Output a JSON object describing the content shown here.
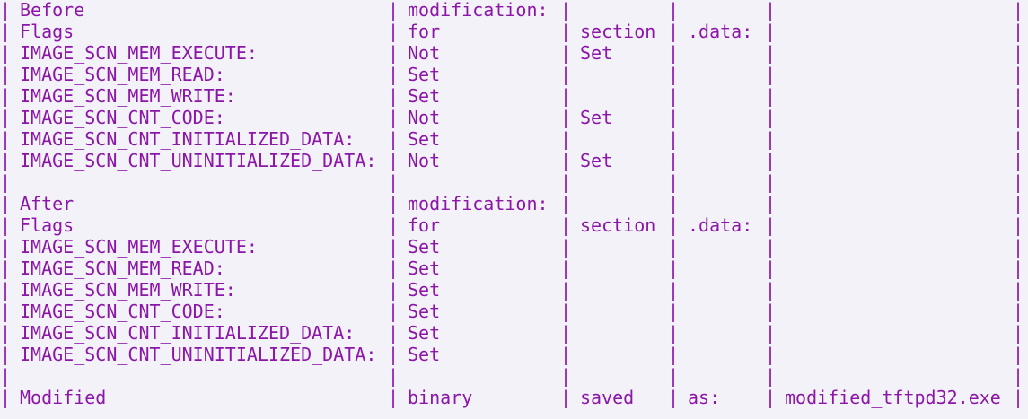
{
  "rows": [
    [
      "Before",
      "modification:",
      "",
      "",
      ""
    ],
    [
      "Flags",
      "for",
      "section",
      ".data:",
      ""
    ],
    [
      "IMAGE_SCN_MEM_EXECUTE:",
      "Not",
      "Set",
      "",
      ""
    ],
    [
      "IMAGE_SCN_MEM_READ:",
      "Set",
      "",
      "",
      ""
    ],
    [
      "IMAGE_SCN_MEM_WRITE:",
      "Set",
      "",
      "",
      ""
    ],
    [
      "IMAGE_SCN_CNT_CODE:",
      "Not",
      "Set",
      "",
      ""
    ],
    [
      "IMAGE_SCN_CNT_INITIALIZED_DATA:",
      "Set",
      "",
      "",
      ""
    ],
    [
      "IMAGE_SCN_CNT_UNINITIALIZED_DATA:",
      "Not",
      "Set",
      "",
      ""
    ],
    [
      "",
      "",
      "",
      "",
      ""
    ],
    [
      "After",
      "modification:",
      "",
      "",
      ""
    ],
    [
      "Flags",
      "for",
      "section",
      ".data:",
      ""
    ],
    [
      "IMAGE_SCN_MEM_EXECUTE:",
      "Set",
      "",
      "",
      ""
    ],
    [
      "IMAGE_SCN_MEM_READ:",
      "Set",
      "",
      "",
      ""
    ],
    [
      "IMAGE_SCN_MEM_WRITE:",
      "Set",
      "",
      "",
      ""
    ],
    [
      "IMAGE_SCN_CNT_CODE:",
      "Set",
      "",
      "",
      ""
    ],
    [
      "IMAGE_SCN_CNT_INITIALIZED_DATA:",
      "Set",
      "",
      "",
      ""
    ],
    [
      "IMAGE_SCN_CNT_UNINITIALIZED_DATA:",
      "Set",
      "",
      "",
      ""
    ],
    [
      "",
      "",
      "",
      "",
      ""
    ],
    [
      "Modified",
      "binary",
      "saved",
      "as:",
      "modified_tftpd32.exe"
    ]
  ],
  "separator": "|",
  "colors": {
    "text": "#8b16a8",
    "background": "#f4f2f9"
  }
}
